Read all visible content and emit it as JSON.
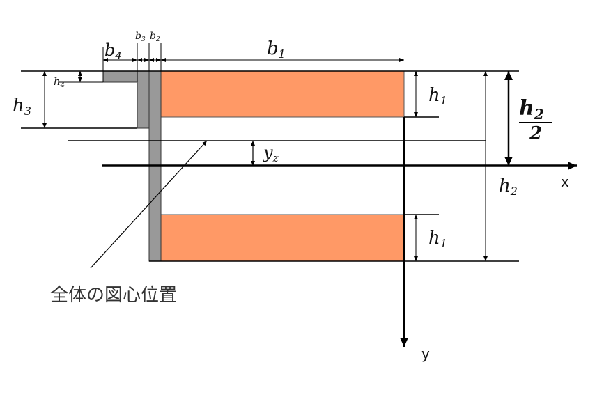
{
  "labels": {
    "b1": {
      "main": "b",
      "sub": "1"
    },
    "b2": {
      "main": "b",
      "sub": "2"
    },
    "b3": {
      "main": "b",
      "sub": "3"
    },
    "b4": {
      "main": "b",
      "sub": "4"
    },
    "h1_top": {
      "main": "h",
      "sub": "1"
    },
    "h1_bottom": {
      "main": "h",
      "sub": "1"
    },
    "h2": {
      "main": "h",
      "sub": "2"
    },
    "h3": {
      "main": "h",
      "sub": "3"
    },
    "h4": {
      "main": "h",
      "sub": "4"
    },
    "yz": {
      "main": "y",
      "sub": "z"
    },
    "half_h2": {
      "numerator": "h",
      "numerator_sub": "2",
      "denominator": "2"
    }
  },
  "axes": {
    "x": "x",
    "y": "y"
  },
  "centroid_caption": "全体の図心位置",
  "colors": {
    "flange": "#FF9966",
    "web": "#999999",
    "line": "#000000"
  }
}
